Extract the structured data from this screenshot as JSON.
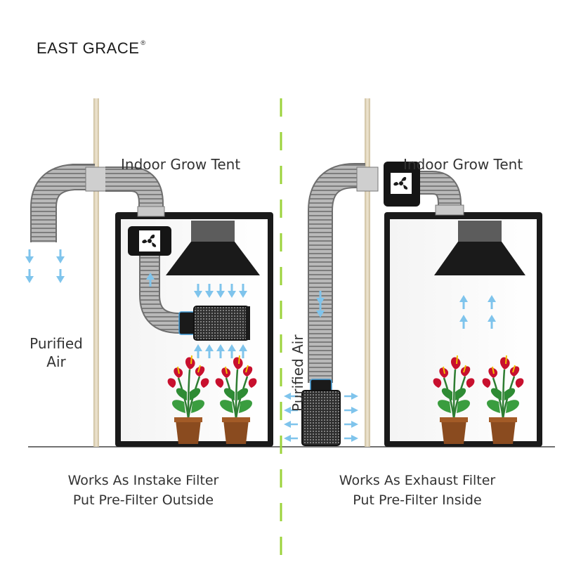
{
  "brand": {
    "name": "EAST GRACE",
    "mark": "®"
  },
  "panels": {
    "left": {
      "tent_title": "Indoor Grow Tent",
      "side_label_line1": "Purified",
      "side_label_line2": "Air",
      "caption_line1": "Works As Instake Filter",
      "caption_line2": "Put Pre-Filter Outside"
    },
    "right": {
      "tent_title": "Indoor Grow Tent",
      "vertical_label": "Purified Air",
      "caption_line1": "Works As Exhaust Filter",
      "caption_line2": "Put Pre-Filter Inside"
    }
  },
  "colors": {
    "divider": "#9bd33a",
    "wall": "#d9cbb0",
    "airflow": "#7fc4ec",
    "tent_frame": "#1a1a1a",
    "duct": "#a8a8a8",
    "flower": "#c8102e",
    "pot": "#8a4b1f"
  },
  "icons": [
    "fan-icon",
    "carbon-filter-icon",
    "grow-light-icon",
    "airflow-arrow-icon",
    "flower-pot-icon"
  ]
}
